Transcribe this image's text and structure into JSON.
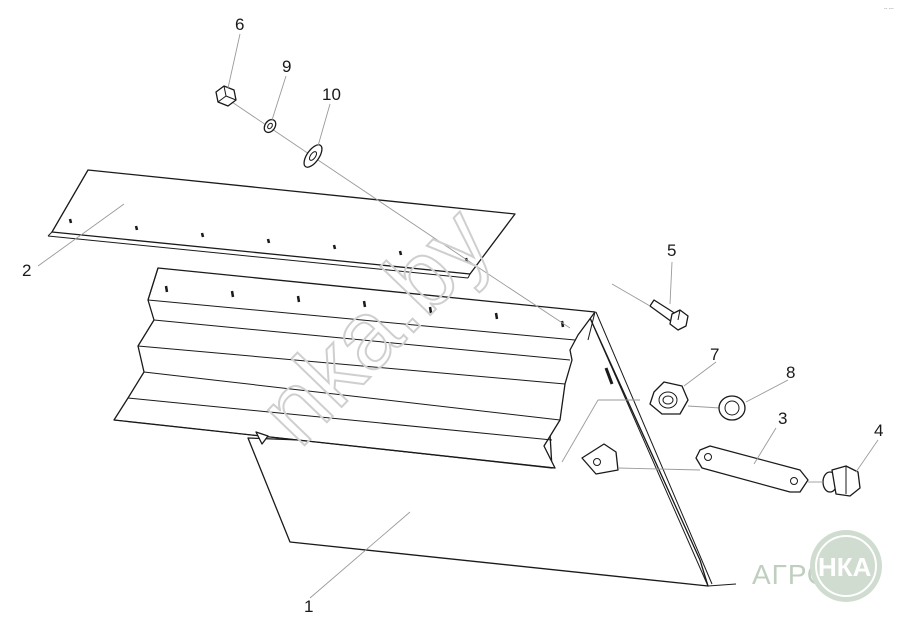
{
  "diagram": {
    "labels": [
      {
        "id": "1",
        "text": "1"
      },
      {
        "id": "2",
        "text": "2"
      },
      {
        "id": "3",
        "text": "3"
      },
      {
        "id": "4",
        "text": "4"
      },
      {
        "id": "5",
        "text": "5"
      },
      {
        "id": "6",
        "text": "6"
      },
      {
        "id": "7",
        "text": "7"
      },
      {
        "id": "8",
        "text": "8"
      },
      {
        "id": "9",
        "text": "9"
      },
      {
        "id": "10",
        "text": "10"
      }
    ],
    "watermark": "nka.by",
    "logo": {
      "left_text": "АГРО",
      "right_text": "НКА"
    },
    "corner_mark": "-- ---"
  }
}
